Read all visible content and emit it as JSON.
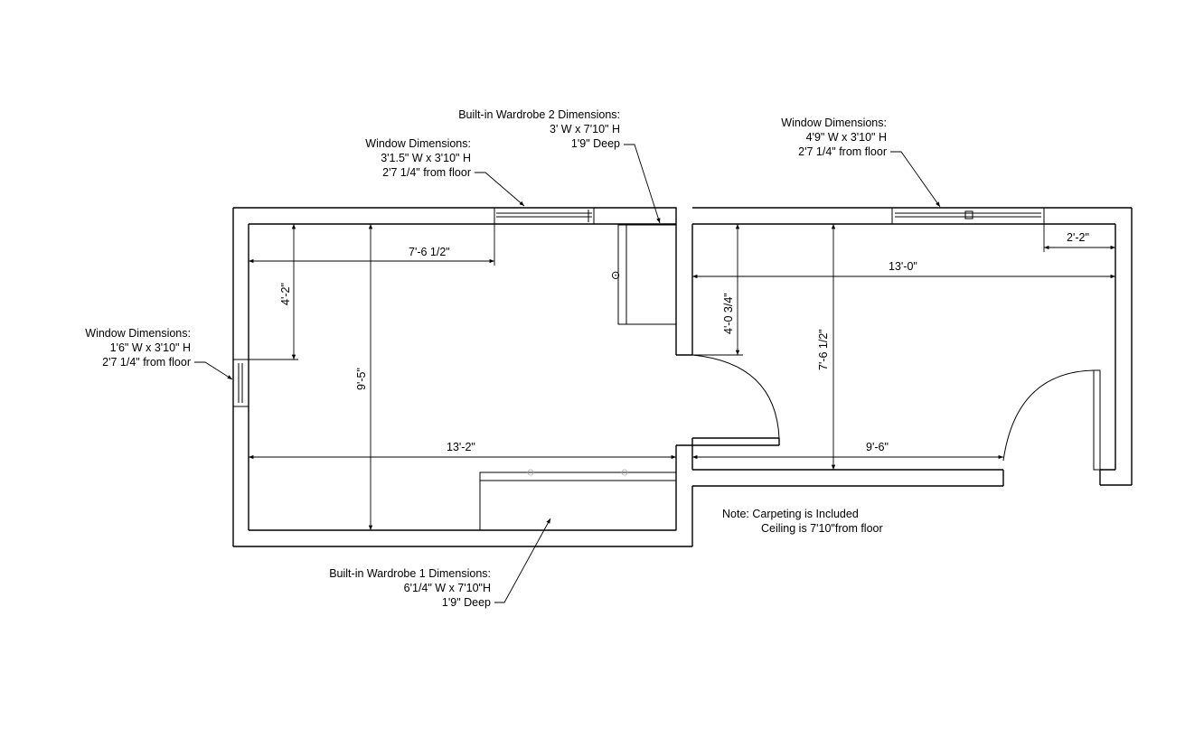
{
  "annotations": {
    "wardrobe2": [
      "Built-in Wardrobe 2 Dimensions:",
      "3' W x 7'10\" H",
      "1'9\" Deep"
    ],
    "window_top_left": [
      "Window Dimensions:",
      "3'1.5\" W x 3'10\" H",
      "2'7 1/4\" from floor"
    ],
    "window_top_right": [
      "Window Dimensions:",
      "4'9\" W x 3'10\" H",
      "2'7 1/4\" from floor"
    ],
    "window_left": [
      "Window Dimensions:",
      "1'6\" W x 3'10\" H",
      "2'7 1/4\" from floor"
    ],
    "wardrobe1": [
      "Built-in Wardrobe 1 Dimensions:",
      "6'1/4\" W x 7'10\"H",
      "1'9\" Deep"
    ],
    "note": [
      "Note: Carpeting is Included",
      "Ceiling is 7'10\"from floor"
    ]
  },
  "dimensions": {
    "left_upper_width": "7'-6 1/2\"",
    "left_window_height": "4'-2\"",
    "left_room_height": "9'-5\"",
    "left_room_width": "13'-2\"",
    "right_closet_width": "2'-2\"",
    "right_room_width": "13'-0\"",
    "right_upper_height": "4'-0 3/4\"",
    "right_room_height": "7'-6 1/2\"",
    "right_lower_width": "9'-6\""
  }
}
